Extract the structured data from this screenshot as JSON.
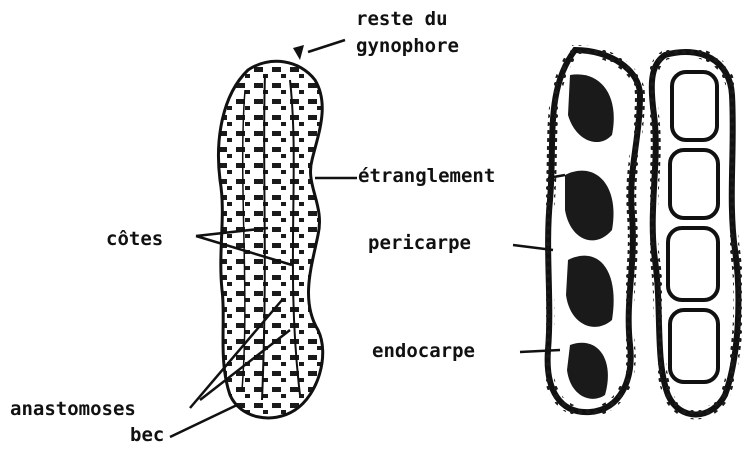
{
  "labels": {
    "reste_du_gynophore_line1": "reste du",
    "reste_du_gynophore_line2": "gynophore",
    "etranglement": "étranglement",
    "cotes": "côtes",
    "pericarpe": "pericarpe",
    "endocarpe": "endocarpe",
    "anastomoses": "anastomoses",
    "bec": "bec"
  },
  "colors": {
    "ink": "#111111",
    "background": "#ffffff"
  }
}
